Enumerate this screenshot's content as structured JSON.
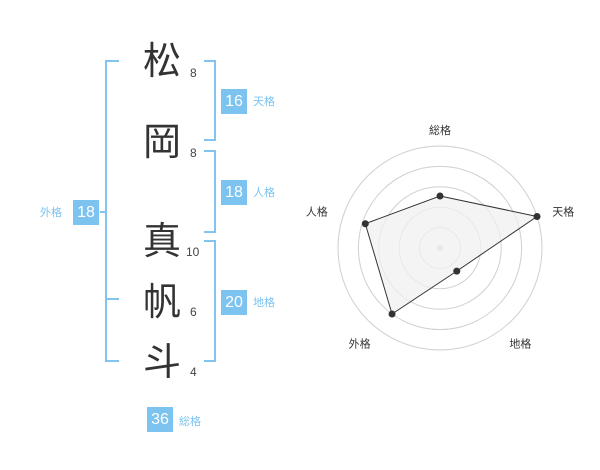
{
  "name": {
    "chars": [
      {
        "char": "松",
        "strokes": "8"
      },
      {
        "char": "岡",
        "strokes": "8"
      },
      {
        "char": "真",
        "strokes": "10"
      },
      {
        "char": "帆",
        "strokes": "6"
      },
      {
        "char": "斗",
        "strokes": "4"
      }
    ]
  },
  "kakusu": {
    "tenkaku": {
      "value": "16",
      "label": "天格"
    },
    "jinkaku": {
      "value": "18",
      "label": "人格"
    },
    "chikaku": {
      "value": "20",
      "label": "地格"
    },
    "gaikaku": {
      "value": "18",
      "label": "外格"
    },
    "soukaku": {
      "value": "36",
      "label": "総格"
    }
  },
  "colors": {
    "accent": "#7cc3f0",
    "bracket": "#82c4ef",
    "radar_fill": "#f0f0f0",
    "radar_stroke": "#333333",
    "ring": "#d0d0d0"
  },
  "chart_data": {
    "type": "radar",
    "axes": [
      "総格",
      "天格",
      "地格",
      "外格",
      "人格"
    ],
    "scale_levels": 5,
    "values": [
      0.51,
      1.0,
      0.28,
      0.8,
      0.77
    ]
  }
}
